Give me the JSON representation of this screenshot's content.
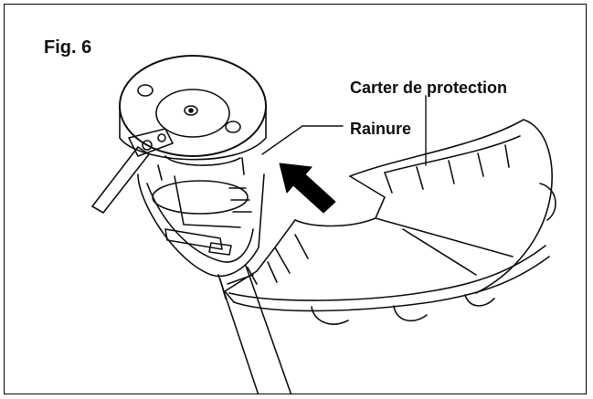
{
  "figure": {
    "title": "Fig. 6",
    "labels": {
      "guard": "Carter de protection",
      "groove": "Rainure"
    },
    "arrow_icon": "black-arrow-up-left-icon",
    "colors": {
      "line": "#111111",
      "background": "#ffffff",
      "arrow": "#000000"
    }
  }
}
